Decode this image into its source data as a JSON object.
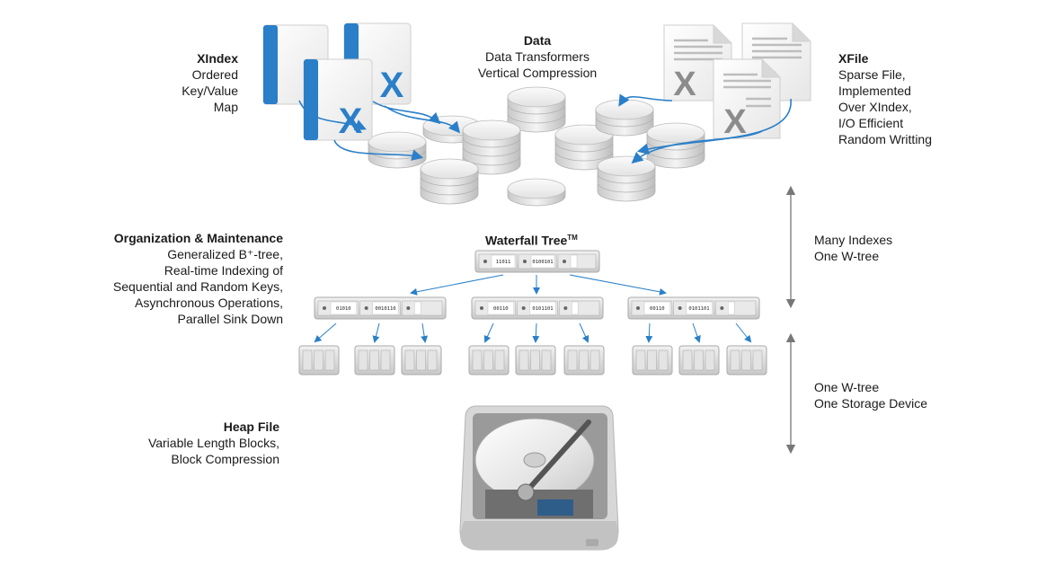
{
  "xindex": {
    "title": "XIndex",
    "lines": [
      "Ordered",
      "Key/Value",
      "Map"
    ]
  },
  "data_label": {
    "title": "Data",
    "lines": [
      "Data Transformers",
      "Vertical Compression"
    ]
  },
  "xfile": {
    "title": "XFile",
    "lines": [
      "Sparse File,",
      "Implemented",
      "Over XIndex,",
      "I/O Efficient",
      "Random Writting"
    ]
  },
  "organization": {
    "title": "Organization & Maintenance",
    "lines": [
      "Generalized B⁺-tree,",
      "Real-time Indexing of",
      "Sequential and Random Keys,",
      "Asynchronous Operations,",
      "Parallel Sink Down"
    ]
  },
  "waterfall": {
    "title": "Waterfall Tree",
    "tm": "TM"
  },
  "many_indexes": {
    "lines": [
      "Many Indexes",
      "One W-tree"
    ]
  },
  "one_wtree": {
    "lines": [
      "One W-tree",
      "One Storage Device"
    ]
  },
  "heap_file": {
    "title": "Heap File",
    "lines": [
      "Variable Length Blocks,",
      "Block Compression"
    ]
  },
  "icons": {
    "xindex_doc_letter": "X",
    "xfile_doc_letter": "X"
  },
  "tree_nodes": {
    "root": [
      "11011",
      "0100101"
    ],
    "level1": [
      [
        "01010",
        "0010110"
      ],
      [
        "00110",
        "0101101"
      ],
      [
        "00110",
        "0101101"
      ]
    ]
  },
  "colors": {
    "accent_blue": "#2a7fc8",
    "doc_gray": "#8c8c8c",
    "arrow_gray": "#777777"
  }
}
